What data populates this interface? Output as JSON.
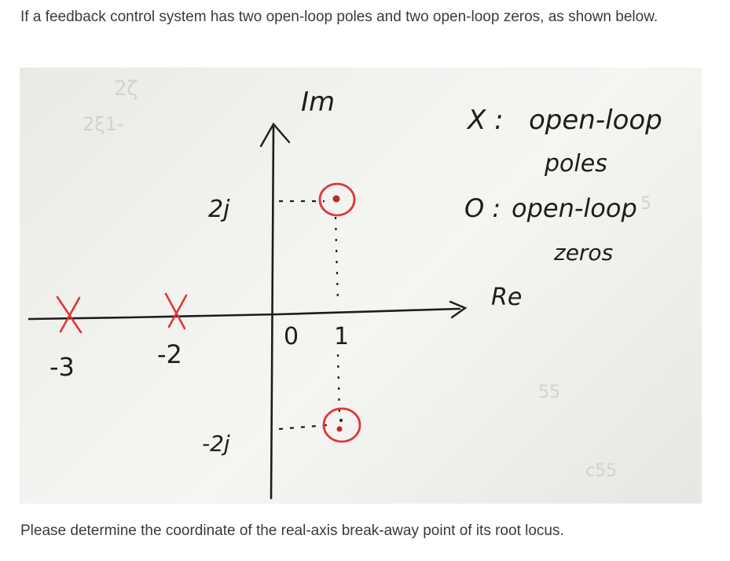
{
  "question": {
    "intro": "If a feedback control system has two open-loop poles and two open-loop zeros, as shown below.",
    "prompt": "Please determine the coordinate of the real-axis break-away point of its root locus."
  },
  "diagram": {
    "axis_labels": {
      "imag": "Im",
      "real": "Re"
    },
    "tick_labels": {
      "minus3": "-3",
      "minus2": "-2",
      "zero": "0",
      "one": "1",
      "plus2j": "2j",
      "minus2j": "-2j"
    },
    "legend": {
      "poles_symbol": "X :",
      "poles_line1": "open-loop",
      "poles_line2": "poles",
      "zeros_symbol": "O :",
      "zeros_line1": "open-loop",
      "zeros_line2": "zeros"
    },
    "poles": [
      {
        "re": -3,
        "im": 0
      },
      {
        "re": -2,
        "im": 0
      }
    ],
    "zeros": [
      {
        "re": 1,
        "im": 2
      },
      {
        "re": 1,
        "im": -2
      }
    ],
    "colors": {
      "ink": "#1d1d1d",
      "marker": "#e0353b",
      "paper": "#f0f0ed"
    }
  }
}
